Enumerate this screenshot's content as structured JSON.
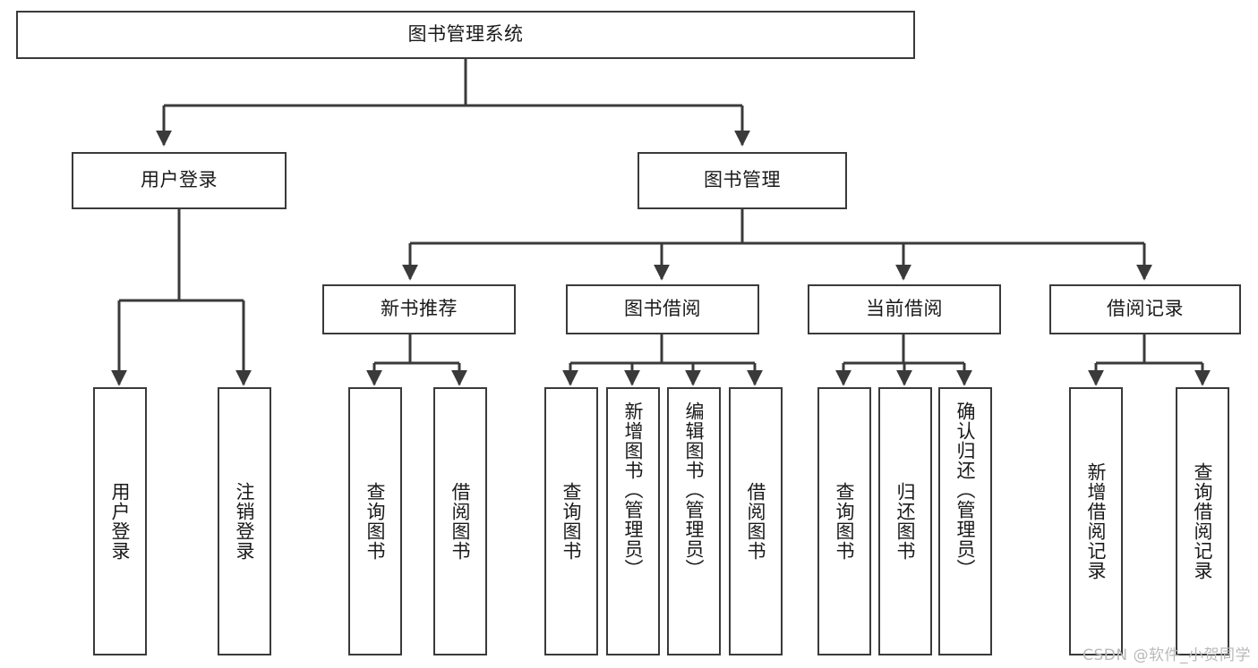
{
  "diagram": {
    "type": "tree",
    "title": "图书管理系统",
    "watermark": "CSDN @软件_小贺同学",
    "colors": {
      "background": "#ffffff",
      "node_border": "#3a3a3a",
      "node_fill": "#ffffff",
      "connector": "#3a3a3a",
      "text": "#1a1a1a",
      "watermark": "#b9b9b9"
    },
    "levels": {
      "root": {
        "label": "图书管理系统"
      },
      "level2": [
        {
          "label": "用户登录"
        },
        {
          "label": "图书管理"
        }
      ],
      "level3": [
        {
          "label": "新书推荐"
        },
        {
          "label": "图书借阅"
        },
        {
          "label": "当前借阅"
        },
        {
          "label": "借阅记录"
        }
      ],
      "leaves": [
        {
          "label": "用户登录",
          "parent": "用户登录"
        },
        {
          "label": "注销登录",
          "parent": "用户登录"
        },
        {
          "label": "查询图书",
          "parent": "新书推荐"
        },
        {
          "label": "借阅图书",
          "parent": "新书推荐"
        },
        {
          "label": "查询图书",
          "parent": "图书借阅"
        },
        {
          "label": "新增图书（管理员）",
          "parent": "图书借阅"
        },
        {
          "label": "编辑图书（管理员）",
          "parent": "图书借阅"
        },
        {
          "label": "借阅图书",
          "parent": "图书借阅"
        },
        {
          "label": "查询图书",
          "parent": "当前借阅"
        },
        {
          "label": "归还图书",
          "parent": "当前借阅"
        },
        {
          "label": "确认归还（管理员）",
          "parent": "当前借阅"
        },
        {
          "label": "新增借阅记录",
          "parent": "借阅记录"
        },
        {
          "label": "查询借阅记录",
          "parent": "借阅记录"
        }
      ]
    }
  }
}
